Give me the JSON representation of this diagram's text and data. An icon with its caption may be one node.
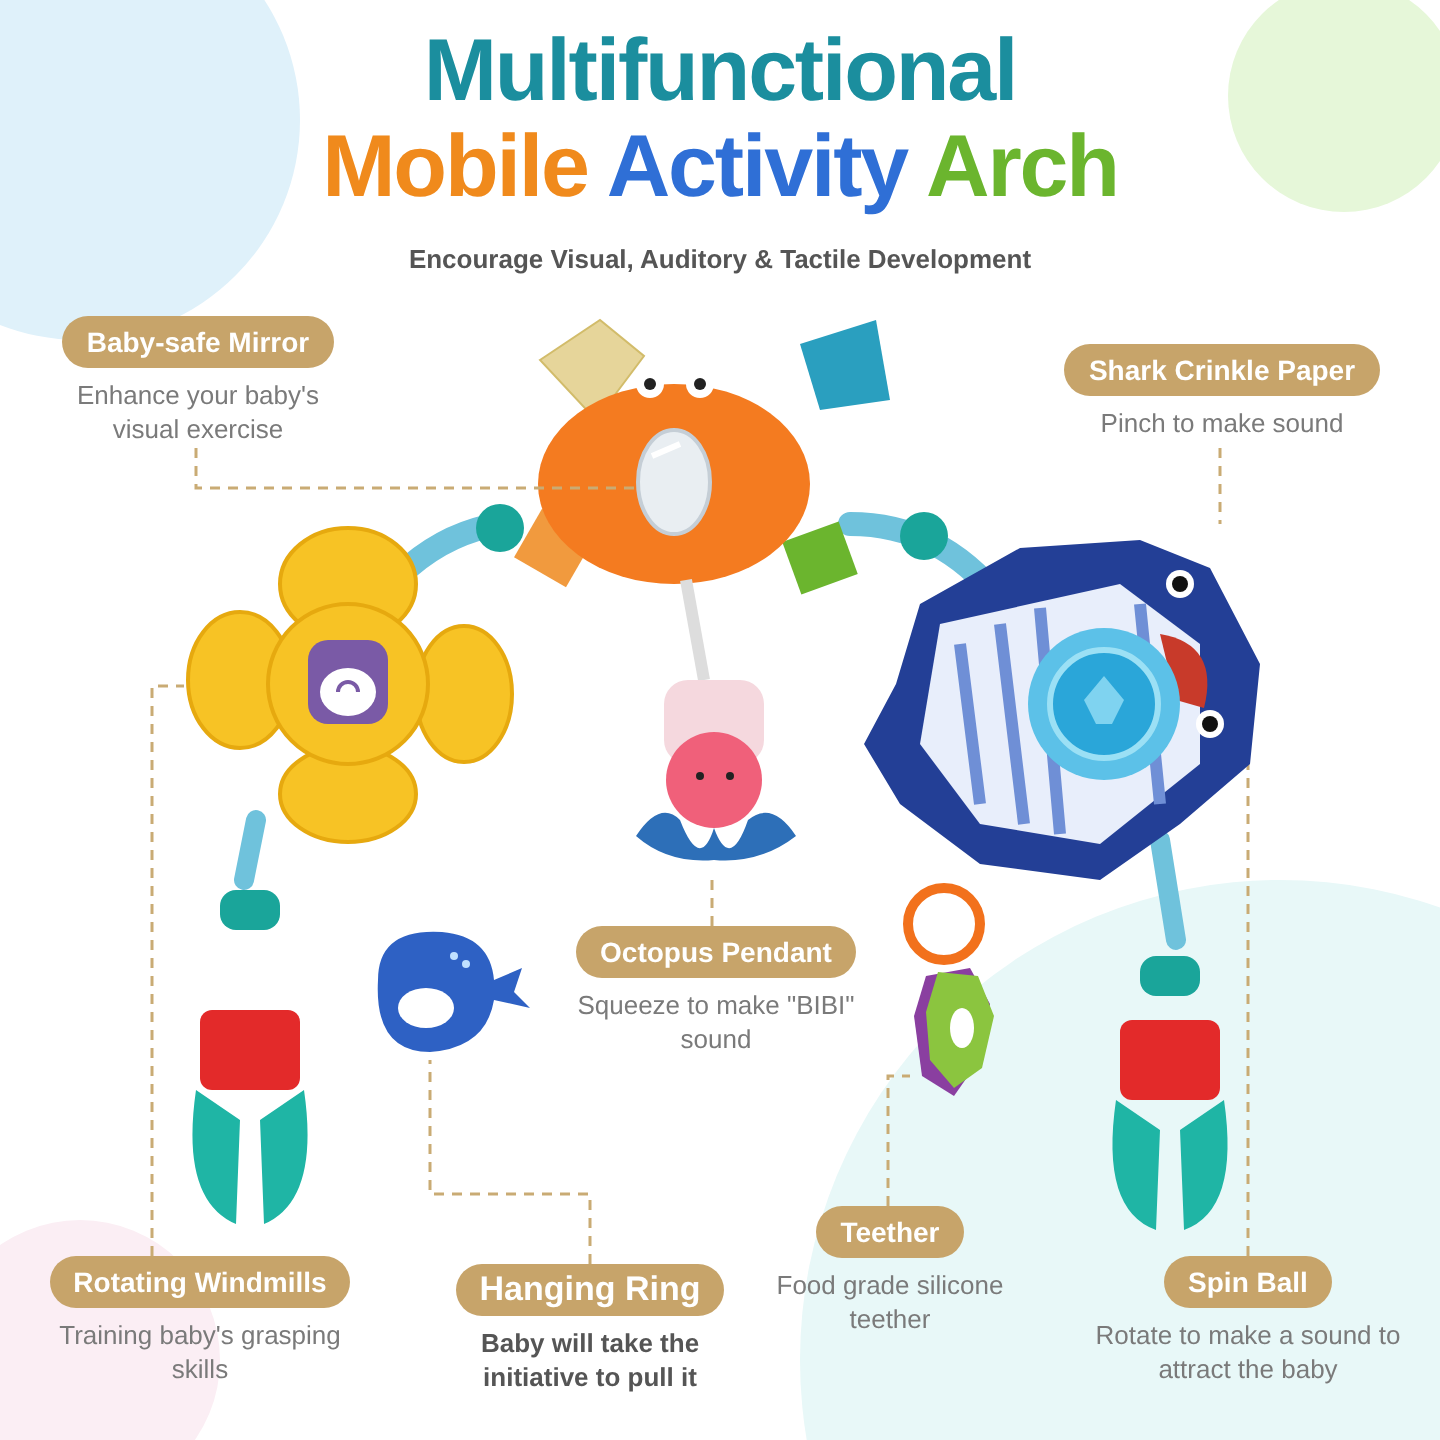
{
  "diagram": {
    "title": "Multifunctional Mobile Activity Arch",
    "nodes": [
      {
        "text": [
          "Baby-safe Mirror",
          "Enhance your baby's visual exercise"
        ]
      },
      {
        "text": [],
        "shape": "picture"
      },
      {
        "text": [
          "Shark Crinkle Paper",
          "Pinch to make sound"
        ]
      },
      {
        "text": [],
        "shape": "picture"
      },
      {
        "text": [
          "Rotating Windmills",
          "Training baby's grasping skills"
        ]
      },
      {
        "text": [],
        "shape": "picture"
      },
      {
        "text": [
          "Spin Ball",
          "Rotate to make a sound to attract the baby"
        ]
      },
      {
        "text": [],
        "shape": "picture",
        "in": 3
      },
      {
        "text": [
          "Octopus Pendant",
          "Squeeze to make \"BIBI\" sound"
        ]
      },
      {
        "text": [],
        "shape": "picture"
      },
      {
        "text": [
          "Hanging Ring",
          "Baby will take the initiative to pull it"
        ]
      },
      {
        "text": [],
        "shape": "picture"
      },
      {
        "text": [
          "Teether",
          "Food grade silicone teether"
        ]
      },
      {
        "text": [],
        "shape": "picture"
      }
    ],
    "edges": [
      {
        "from": 0,
        "to": 1,
        "arrow": "none",
        "style": "dashed"
      },
      {
        "from": 2,
        "to": 3,
        "arrow": "none",
        "style": "dashed"
      },
      {
        "from": 4,
        "to": 5,
        "arrow": "none",
        "style": "dashed"
      },
      {
        "from": 6,
        "to": 7,
        "arrow": "none",
        "style": "dashed"
      },
      {
        "from": 8,
        "to": 9,
        "arrow": "none",
        "style": "dashed"
      },
      {
        "from": 10,
        "to": 11,
        "arrow": "none",
        "style": "dashed"
      },
      {
        "from": 12,
        "to": 13,
        "arrow": "none",
        "style": "dashed"
      }
    ],
    "labels": [
      "Encourage Visual, Auditory & Tactile Development"
    ]
  }
}
